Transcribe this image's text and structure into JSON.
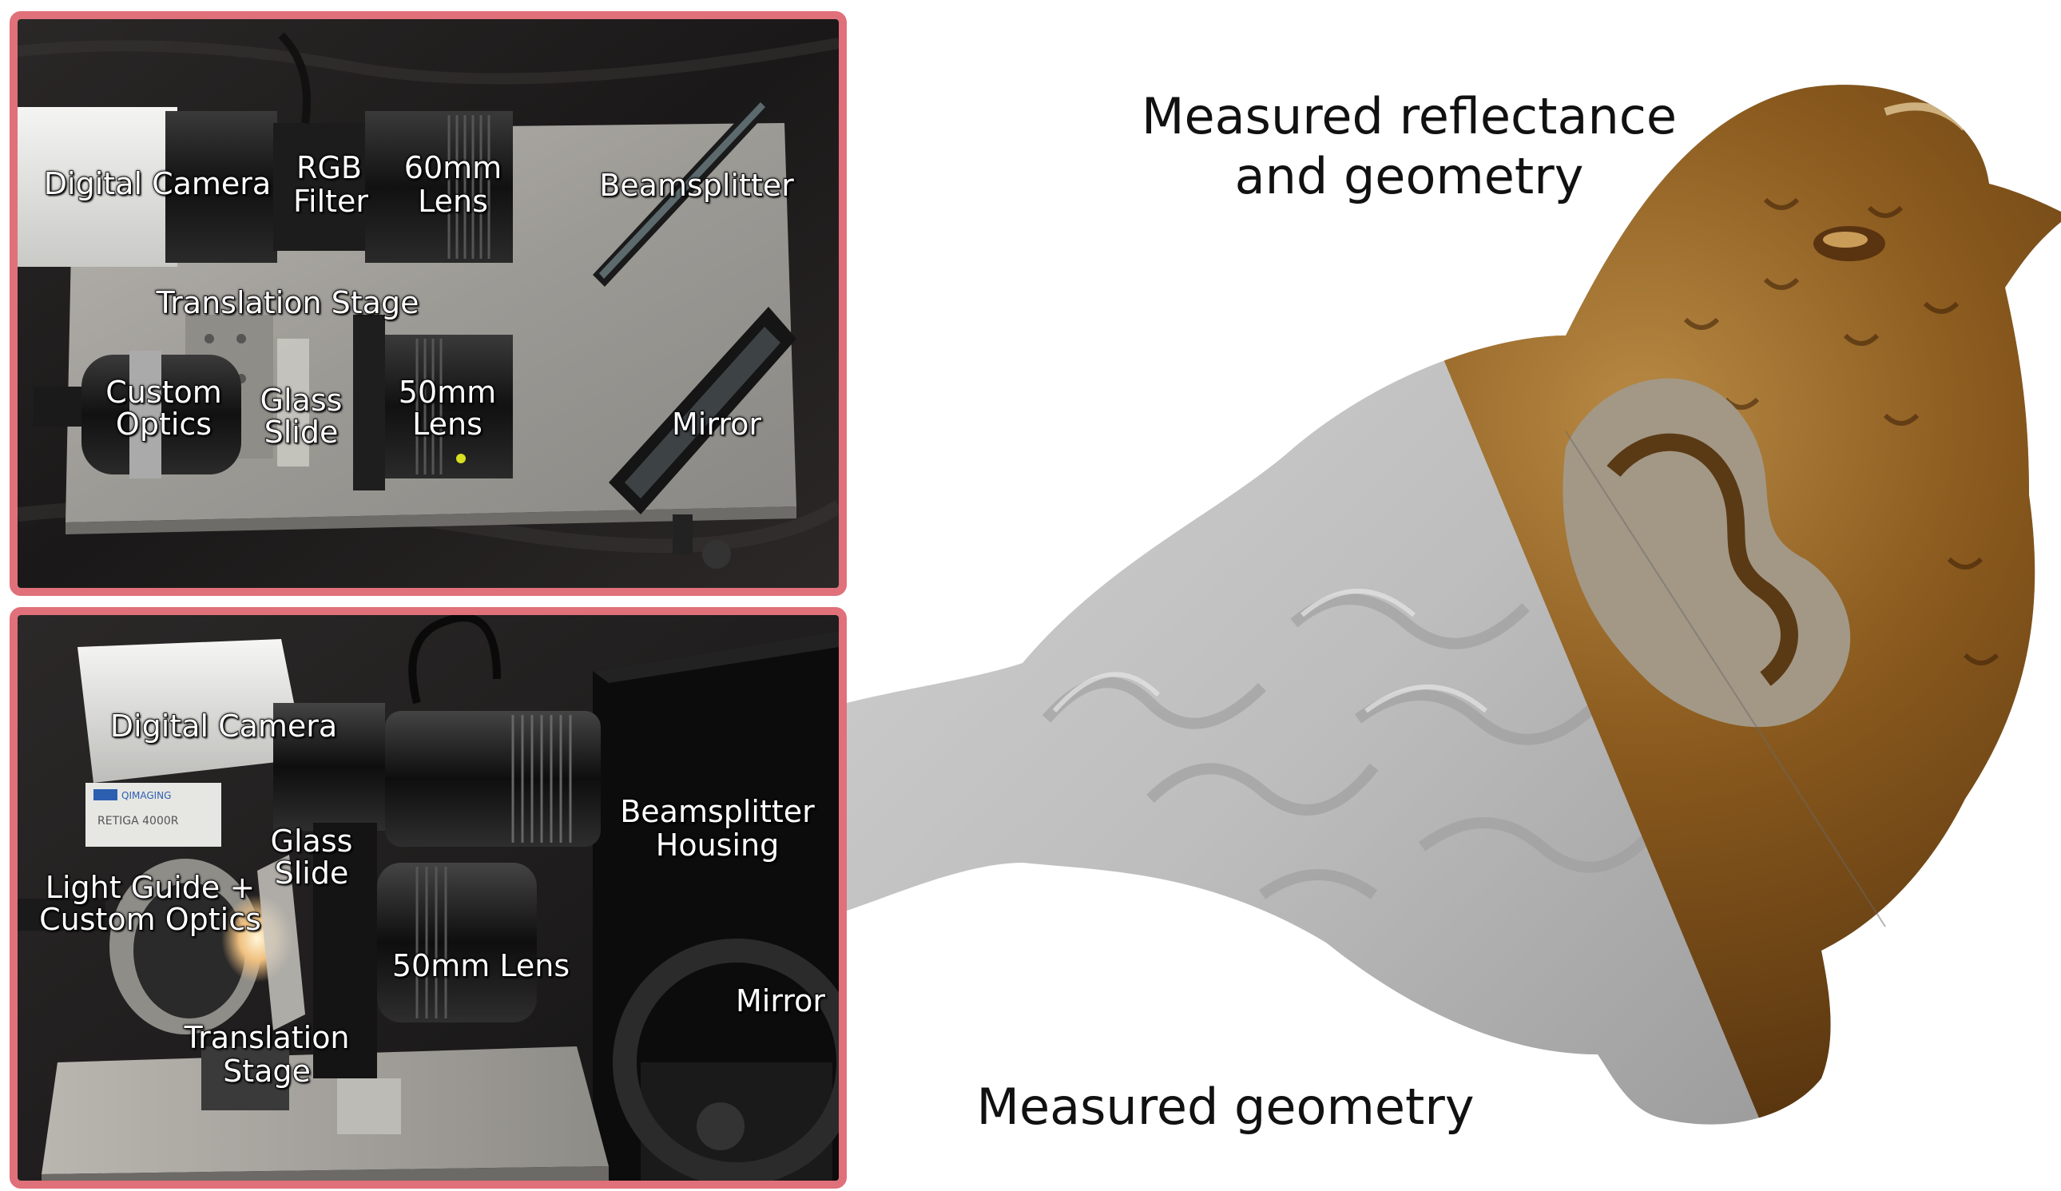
{
  "top_panel": {
    "labels": {
      "digital_camera": "Digital Camera",
      "rgb_filter_1": "RGB",
      "rgb_filter_2": "Filter",
      "lens_60_1": "60mm",
      "lens_60_2": "Lens",
      "beamsplitter": "Beamsplitter",
      "translation_stage": "Translation Stage",
      "custom_optics_1": "Custom",
      "custom_optics_2": "Optics",
      "glass_slide_1": "Glass",
      "glass_slide_2": "Slide",
      "lens_50_1": "50mm",
      "lens_50_2": "Lens",
      "mirror": "Mirror"
    },
    "border_color": "#e0707a"
  },
  "bottom_panel": {
    "labels": {
      "digital_camera": "Digital Camera",
      "beamsplitter_1": "Beamsplitter",
      "beamsplitter_2": "Housing",
      "glass_slide_1": "Glass",
      "glass_slide_2": "Slide",
      "light_guide_1": "Light Guide +",
      "light_guide_2": "Custom Optics",
      "lens_50": "50mm Lens",
      "mirror": "Mirror",
      "translation_1": "Translation",
      "translation_2": "Stage"
    },
    "camera_brand": "QIMAGING",
    "camera_model": "RETIGA 4000R",
    "border_color": "#e0707a"
  },
  "bird": {
    "caption_top_1": "Measured reflectance",
    "caption_top_2": "and geometry",
    "caption_bottom": "Measured geometry",
    "colors": {
      "glaze_brown": "#8a5a1e",
      "glaze_dark": "#4a2a0a",
      "geometry_gray": "#c8c8c8"
    }
  }
}
